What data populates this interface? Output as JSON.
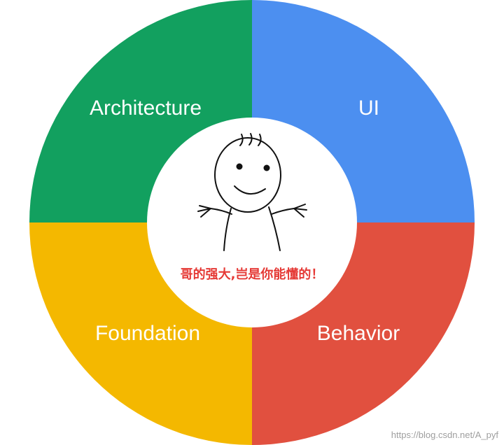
{
  "diagram": {
    "quadrants": [
      {
        "id": "architecture",
        "label": "Architecture",
        "color": "#12a05f"
      },
      {
        "id": "ui",
        "label": "UI",
        "color": "#4c8ff0"
      },
      {
        "id": "behavior",
        "label": "Behavior",
        "color": "#e1503f"
      },
      {
        "id": "foundation",
        "label": "Foundation",
        "color": "#f4b800"
      }
    ],
    "center": {
      "caption": "哥的强大,岂是你能懂的！",
      "caption_color": "#e53935",
      "icon": "shrugging-stick-figure-icon"
    }
  },
  "watermark": "https://blog.csdn.net/A_pyf"
}
